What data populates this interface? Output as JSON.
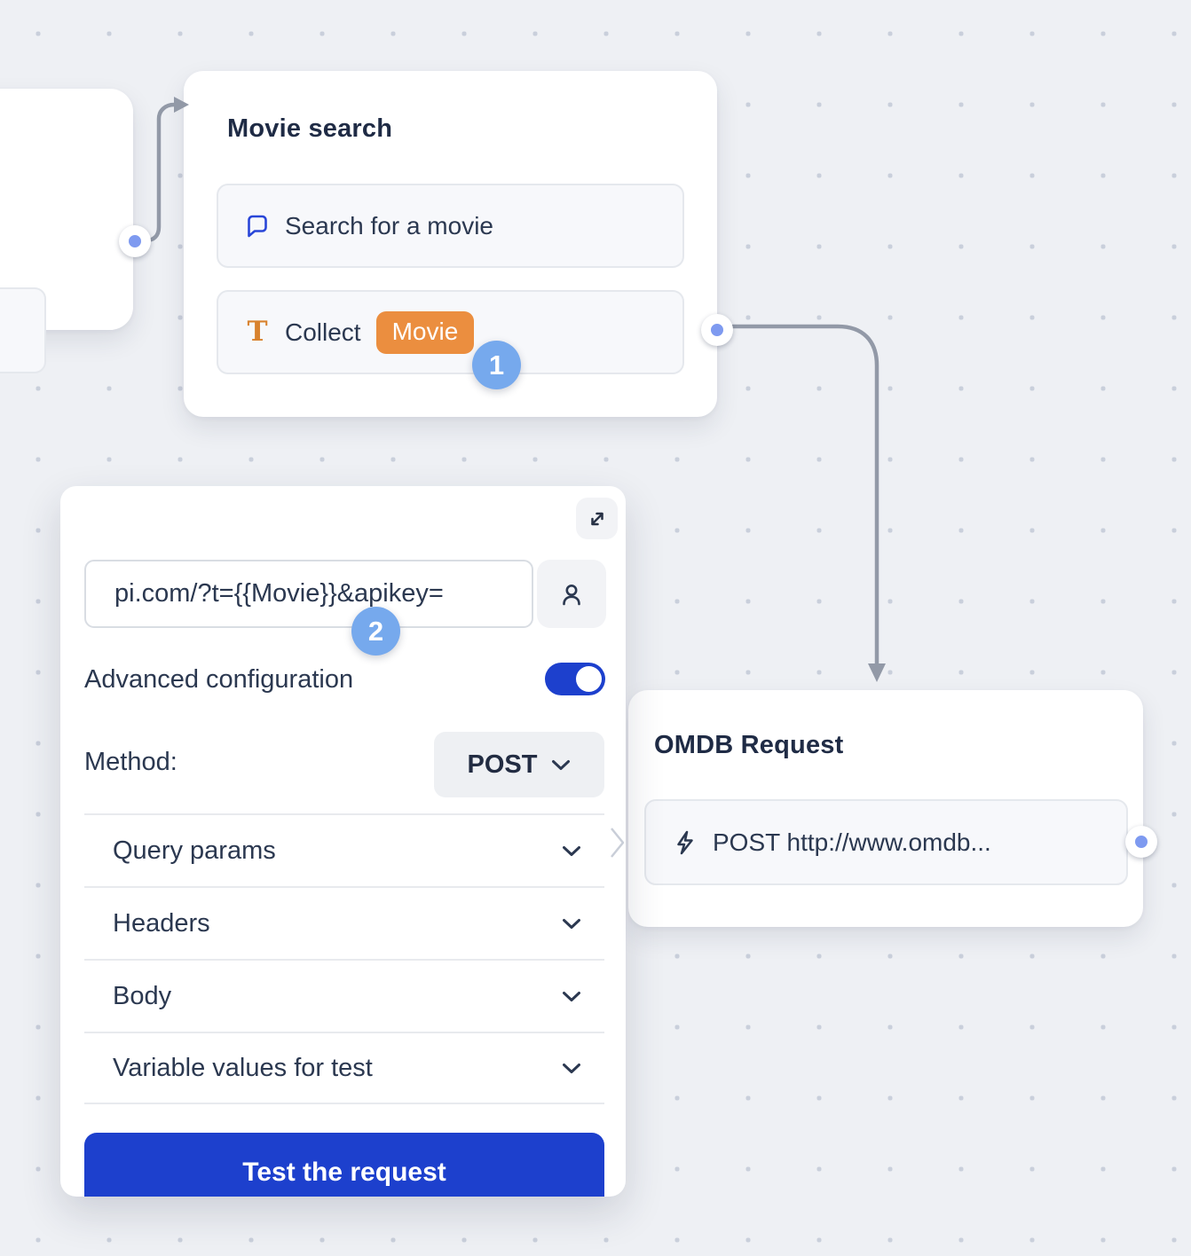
{
  "colors": {
    "canvas_bg": "#eef0f4",
    "dot": "#c9cfdb",
    "accent_blue": "#1d40cd",
    "badge_blue": "#76a9ed",
    "port_ring_blue": "#7e9af0",
    "chip_orange": "#eb8e3f",
    "connector_gray": "#9299a7",
    "text_navy": "#2b3850"
  },
  "nodes": {
    "movie_search": {
      "title": "Movie search",
      "rows": [
        {
          "icon": "chat-bubble-icon",
          "label": "Search for a movie"
        },
        {
          "icon": "text-input-icon",
          "label": "Collect",
          "chip": "Movie"
        }
      ]
    },
    "omdb_request": {
      "title": "OMDB Request",
      "row": {
        "icon": "lightning-icon",
        "label": "POST http://www.omdb..."
      }
    }
  },
  "panel": {
    "expand_icon": "expand-diagonal-icon",
    "url": {
      "value": "pi.com/?t={{Movie}}&apikey="
    },
    "person_icon": "person-icon",
    "advanced_label": "Advanced configuration",
    "advanced_toggle_state": "on",
    "method_label": "Method:",
    "method_value": "POST",
    "sections": [
      "Query params",
      "Headers",
      "Body",
      "Variable values for test"
    ],
    "button_label": "Test the request"
  },
  "badges": {
    "step1": "1",
    "step2": "2"
  }
}
